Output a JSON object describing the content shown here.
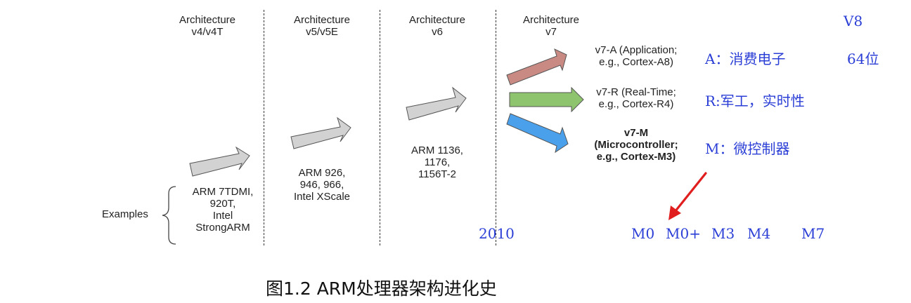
{
  "headers": [
    {
      "line1": "Architecture",
      "line2": "v4/v4T"
    },
    {
      "line1": "Architecture",
      "line2": "v5/v5E"
    },
    {
      "line1": "Architecture",
      "line2": "v6"
    },
    {
      "line1": "Architecture",
      "line2": "v7"
    }
  ],
  "examples_label": "Examples",
  "examples": [
    {
      "lines": [
        "ARM 7TDMI,",
        "920T,",
        "Intel",
        "StrongARM"
      ]
    },
    {
      "lines": [
        "ARM 926,",
        "946, 966,",
        "Intel XScale"
      ]
    },
    {
      "lines": [
        "ARM 1136,",
        "1176,",
        "1156T-2"
      ]
    }
  ],
  "profiles": [
    {
      "line1": "v7-A (Application;",
      "line2": "e.g., Cortex-A8)",
      "color": "#c98a84"
    },
    {
      "line1": "v7-R (Real-Time;",
      "line2": "e.g., Cortex-R4)",
      "color": "#8fc46e"
    },
    {
      "line1": "v7-M",
      "line2": "(Microcontroller;",
      "line3": "e.g., Cortex-M3)",
      "color": "#4aa0ea"
    }
  ],
  "annotations": {
    "v8": "V8",
    "a_note": "A：消费电子",
    "bits_note": "64位",
    "r_note": "R:军工，实时性",
    "m_note": "M：微控制器",
    "year": "2010",
    "cores": [
      "M0",
      "M0+",
      "M3",
      "M4",
      "M7"
    ]
  },
  "caption": "图1.2 ARM处理器架构进化史",
  "colors": {
    "gray_arrow": "#d2d2d2",
    "note_blue": "#2b3fd6",
    "red_arrow": "#e01e1e"
  }
}
